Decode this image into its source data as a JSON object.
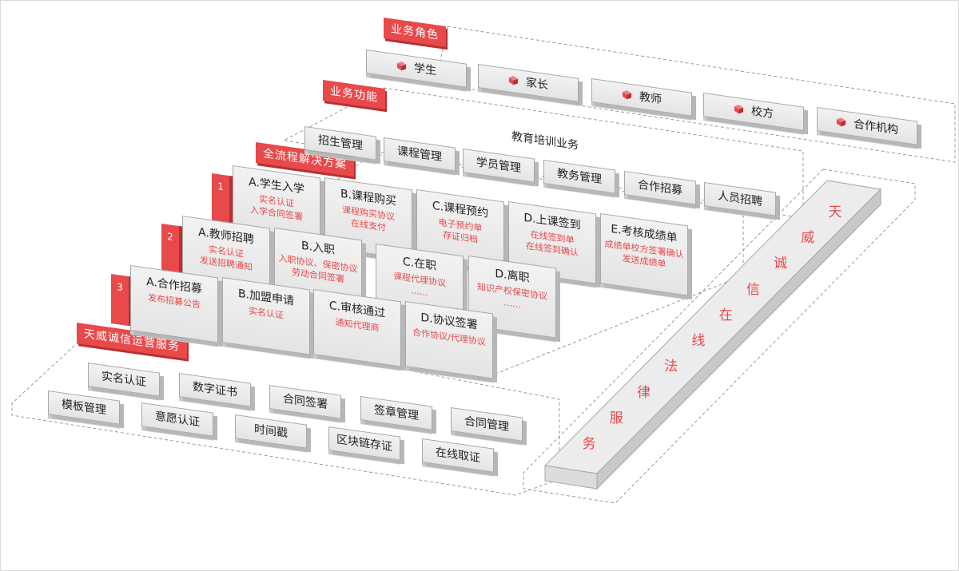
{
  "role_tier": {
    "tag": "业务角色",
    "roles": [
      "学生",
      "家长",
      "教师",
      "校方",
      "合作机构"
    ],
    "role_icon": "cube-icon",
    "accent": "#e8494b"
  },
  "function_tier": {
    "tag": "业务功能",
    "caption": "教育培训业务",
    "items": [
      "招生管理",
      "课程管理",
      "学员管理",
      "教务管理",
      "合作招募",
      "人员招聘"
    ]
  },
  "solution_tier": {
    "tag": "全流程解决方案",
    "rows": [
      {
        "num": "1",
        "cards": [
          {
            "title": "A.学生入学",
            "lines": [
              "实名认证",
              "入学合同签署"
            ]
          },
          {
            "title": "B.课程购买",
            "lines": [
              "课程购买协议",
              "在线支付"
            ]
          },
          {
            "title": "C.课程预约",
            "lines": [
              "电子预约单",
              "存证归档"
            ]
          },
          {
            "title": "D.上课签到",
            "lines": [
              "在线签到单",
              "在线签到确认"
            ]
          },
          {
            "title": "E.考核成绩单",
            "lines": [
              "成绩单校方签署确认",
              "发送成绩单"
            ]
          }
        ]
      },
      {
        "num": "2",
        "cards": [
          {
            "title": "A.教师招聘",
            "lines": [
              "实名认证",
              "发送招聘通知"
            ]
          },
          {
            "title": "B.入职",
            "lines": [
              "入职协议、保密协议",
              "劳动合同签署"
            ]
          },
          {
            "title": "C.在职",
            "lines": [
              "课程代理协议",
              "……"
            ]
          },
          {
            "title": "D.离职",
            "lines": [
              "知识产权保密协议",
              "……"
            ]
          }
        ]
      },
      {
        "num": "3",
        "cards": [
          {
            "title": "A.合作招募",
            "lines": [
              "发布招募公告"
            ]
          },
          {
            "title": "B.加盟申请",
            "lines": [
              "实名认证"
            ]
          },
          {
            "title": "C.审核通过",
            "lines": [
              "通知代理商"
            ]
          },
          {
            "title": "D.协议签署",
            "lines": [
              "合作协议/代理协议"
            ]
          }
        ]
      }
    ]
  },
  "ops_tier": {
    "tag": "天威诚信运营服务",
    "row1": [
      "实名认证",
      "数字证书",
      "合同签署",
      "签章管理",
      "合同管理"
    ],
    "row2": [
      "模板管理",
      "意愿认证",
      "时间戳",
      "区块链存证",
      "在线取证"
    ]
  },
  "pillar": {
    "text": "天威诚信在线法律服务"
  }
}
